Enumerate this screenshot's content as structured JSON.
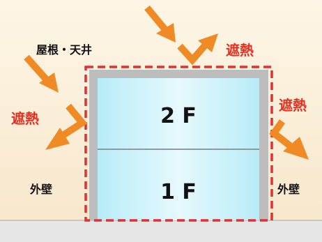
{
  "labels": {
    "roof": "屋根・天井",
    "heat_block_top": "遮熱",
    "heat_block_left": "遮熱",
    "heat_block_right": "遮熱",
    "wall_left": "外壁",
    "wall_right": "外壁",
    "floor_upper": "2 F",
    "floor_lower": "1 F"
  },
  "colors": {
    "sky": "#fbefd9",
    "ground": "#e8e8e8",
    "arrow": "#f08a24",
    "dashed_outline": "#e03030",
    "wall_gray": "#bdbdbd",
    "room_fill": "#cbf0fb",
    "floor_divider": "#9aa6ad",
    "heat_text": "#e53020",
    "text_dark": "#111111"
  },
  "icons": {
    "incoming": "sun-ray-arrow-icon",
    "reflected": "reflected-heat-arrow-icon"
  }
}
